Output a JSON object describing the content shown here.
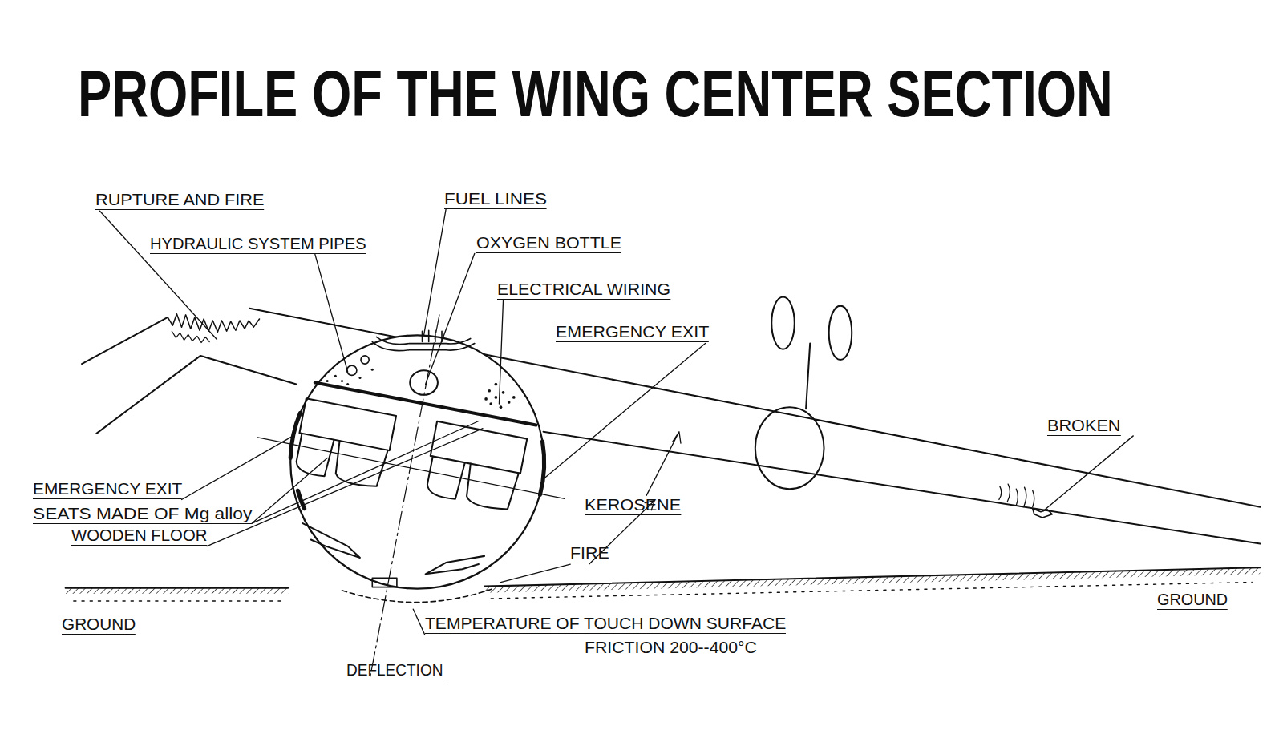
{
  "diagram": {
    "title": "PROFILE OF THE WING CENTER SECTION",
    "labels": [
      "RUPTURE AND FIRE",
      "HYDRAULIC SYSTEM PIPES",
      "FUEL LINES",
      "OXYGEN BOTTLE",
      "ELECTRICAL WIRING",
      "EMERGENCY EXIT",
      "BROKEN",
      "EMERGENCY EXIT",
      "SEATS MADE OF Mg alloy",
      "WOODEN FLOOR",
      "KEROSENE",
      "FIRE",
      "GROUND",
      "TEMPERATURE OF TOUCH DOWN SURFACE",
      "FRICTION 200--400°C",
      "DEFLECTION",
      "GROUND"
    ]
  }
}
